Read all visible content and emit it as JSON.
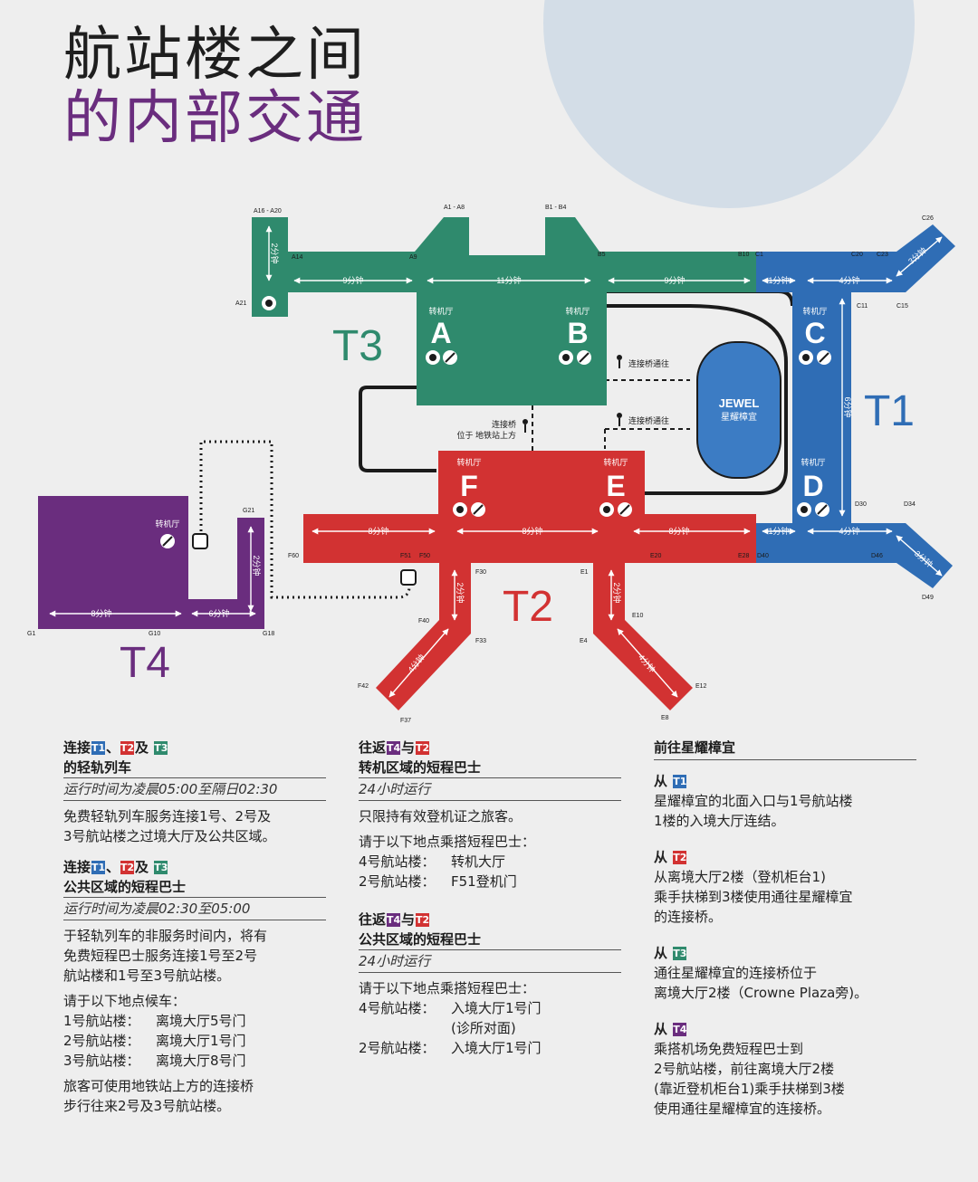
{
  "title": {
    "line1": "航站楼之间",
    "line2": "的内部交通"
  },
  "colors": {
    "t1": "#2f6db5",
    "t2": "#d23232",
    "t3": "#2f8a6d",
    "t4": "#6a2d7e",
    "jewel": "#3c7cc4",
    "bg": "#eeeeee",
    "circle": "#d3dde7"
  },
  "map": {
    "terminals": {
      "t1": "T1",
      "t2": "T2",
      "t3": "T3",
      "t4": "T4"
    },
    "halls": {
      "a": "A",
      "b": "B",
      "c": "C",
      "d": "D",
      "e": "E",
      "f": "F"
    },
    "transfer": "转机厅",
    "jewel_en": "JEWEL",
    "jewel_cn": "星耀樟宜",
    "bridge": "连接桥通往",
    "metro_bridge_1": "连接桥",
    "metro_bridge_2": "位于 地铁站上方",
    "gates": {
      "a16a20": "A16 - A20",
      "a1a8": "A1 - A8",
      "b1b4": "B1 - B4",
      "a14": "A14",
      "a9": "A9",
      "b5": "B5",
      "b10": "B10",
      "c1": "C1",
      "c20": "C20",
      "c23": "C23",
      "c26": "C26",
      "a21": "A21",
      "c11": "C11",
      "c15": "C15",
      "d30": "D30",
      "d34": "D34",
      "d40": "D40",
      "d46": "D46",
      "d49": "D49",
      "e28": "E28",
      "e20": "E20",
      "e1": "E1",
      "e10": "E10",
      "e4": "E4",
      "e12": "E12",
      "e8": "E8",
      "f60": "F60",
      "f51": "F51",
      "f50": "F50",
      "f30": "F30",
      "f40": "F40",
      "f33": "F33",
      "f42": "F42",
      "f37": "F37",
      "g21": "G21",
      "g1": "G1",
      "g10": "G10",
      "g18": "G18"
    },
    "times": {
      "t3v": "2分钟",
      "t3a": "9分钟",
      "t3b": "11分钟",
      "t3c": "9分钟",
      "t1a": "1分钟",
      "t1b": "4分钟",
      "t1c": "3分钟",
      "t1v": "6分钟",
      "t1d": "1分钟",
      "t1e": "4分钟",
      "t1f": "3分钟",
      "t2a": "8分钟",
      "t2b": "8分钟",
      "t2c": "8分钟",
      "t2f": "2分钟",
      "t2g": "4分钟",
      "t2e": "2分钟",
      "t2h": "4分钟",
      "t4v": "2分钟",
      "t4a": "8分钟",
      "t4b": "6分钟"
    }
  },
  "col1": {
    "b1": {
      "pre": "连接",
      "t1": "T1",
      "sep": "、",
      "t2": "T2",
      "and": "及",
      "t3": "T3",
      "title": "的轻轨列车",
      "hours": "运行时间为凌晨05:00至隔日02:30",
      "text1": "免费轻轨列车服务连接1号、2号及",
      "text2": "3号航站楼之过境大厅及公共区域。"
    },
    "b2": {
      "pre": "连接",
      "t1": "T1",
      "sep": "、",
      "t2": "T2",
      "and": "及",
      "t3": "T3",
      "title": "公共区域的短程巴士",
      "hours": "运行时间为凌晨02:30至05:00",
      "text1": "于轻轨列车的非服务时间内，将有",
      "text2": "免费短程巴士服务连接1号至2号",
      "text3": "航站楼和1号至3号航站楼。",
      "wait": "请于以下地点候车：",
      "r1k": "1号航站楼：",
      "r1v": "离境大厅5号门",
      "r2k": "2号航站楼：",
      "r2v": "离境大厅1号门",
      "r3k": "3号航站楼：",
      "r3v": "离境大厅8号门",
      "note1": "旅客可使用地铁站上方的连接桥",
      "note2": "步行往来2号及3号航站楼。"
    }
  },
  "col2": {
    "b1": {
      "pre": "往返",
      "t4": "T4",
      "and": "与",
      "t2": "T2",
      "title": "转机区域的短程巴士",
      "hours": "24小时运行",
      "text1": "只限持有效登机证之旅客。",
      "wait": "请于以下地点乘搭短程巴士：",
      "r1k": "4号航站楼：",
      "r1v": "转机大厅",
      "r2k": "2号航站楼：",
      "r2v": "F51登机门"
    },
    "b2": {
      "pre": "往返",
      "t4": "T4",
      "and": "与",
      "t2": "T2",
      "title": "公共区域的短程巴士",
      "hours": "24小时运行",
      "wait": "请于以下地点乘搭短程巴士：",
      "r1k": "4号航站楼：",
      "r1v": "入境大厅1号门",
      "r1v2": "(诊所对面)",
      "r2k": "2号航站楼：",
      "r2v": "入境大厅1号门"
    }
  },
  "col3": {
    "title": "前往星耀樟宜",
    "from": "从",
    "s1": {
      "t": "T1",
      "l1": "星耀樟宜的北面入口与1号航站楼",
      "l2": "1楼的入境大厅连结。"
    },
    "s2": {
      "t": "T2",
      "l1": "从离境大厅2楼（登机柜台1)",
      "l2": "乘手扶梯到3楼使用通往星耀樟宜",
      "l3": "的连接桥。"
    },
    "s3": {
      "t": "T3",
      "l1": "通往星耀樟宜的连接桥位于",
      "l2": "离境大厅2楼（Crowne Plaza旁)。"
    },
    "s4": {
      "t": "T4",
      "l1": "乘搭机场免费短程巴士到",
      "l2": "2号航站楼，前往离境大厅2楼",
      "l3": "(靠近登机柜台1)乘手扶梯到3楼",
      "l4": "使用通往星耀樟宜的连接桥。"
    }
  }
}
